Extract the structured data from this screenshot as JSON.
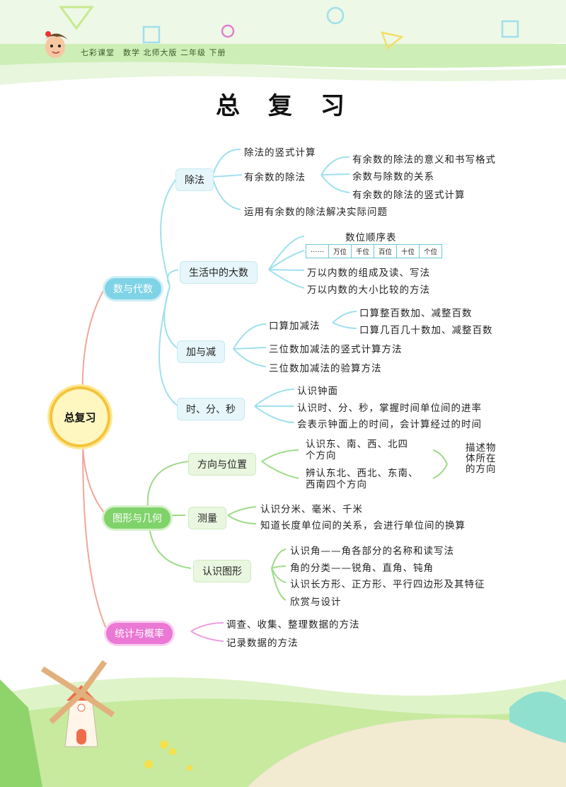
{
  "header": {
    "text": "七彩课堂　数学  北师大版  二年级  下册"
  },
  "title": "总复习",
  "root": "总复习",
  "branches": {
    "algebra": {
      "label": "数与代数"
    },
    "geometry": {
      "label": "图形与几何"
    },
    "stats": {
      "label": "统计与概率"
    }
  },
  "division": {
    "label": "除法",
    "item1": "除法的竖式计算",
    "item2": "有余数的除法",
    "sub1": "有余数的除法的意义和书写格式",
    "sub2": "余数与除数的关系",
    "sub3": "有余数的除法的竖式计算",
    "item3": "运用有余数的除法解决实际问题"
  },
  "bignum": {
    "label": "生活中的大数",
    "table_title": "数位顺序表",
    "table_cells": [
      "……",
      "万位",
      "千位",
      "百位",
      "十位",
      "个位"
    ],
    "item1": "万以内数的组成及读、写法",
    "item2": "万以内数的大小比较的方法"
  },
  "addsub": {
    "label": "加与减",
    "oral": "口算加减法",
    "oral1": "口算整百数加、减整百数",
    "oral2": "口算几百几十数加、减整百数",
    "item2": "三位数加减法的竖式计算方法",
    "item3": "三位数加减法的验算方法"
  },
  "time": {
    "label": "时、分、秒",
    "item1": "认识钟面",
    "item2": "认识时、分、秒，掌握时间单位间的进率",
    "item3": "会表示钟面上的时间，会计算经过的时间"
  },
  "direction": {
    "label": "方向与位置",
    "item1_line1": "认识东、南、西、北四",
    "item1_line2": "个方向",
    "item2_line1": "辨认东北、西北、东南、",
    "item2_line2": "西南四个方向",
    "right_line1": "描述物",
    "right_line2": "体所在",
    "right_line3": "的方向"
  },
  "measure": {
    "label": "测量",
    "item1": "认识分米、毫米、千米",
    "item2": "知道长度单位间的关系，会进行单位间的换算"
  },
  "shapes": {
    "label": "认识图形",
    "item1": "认识角——角各部分的名称和读写法",
    "item2": "角的分类——锐角、直角、钝角",
    "item3": "认识长方形、正方形、平行四边形及其特征",
    "item4": "欣赏与设计"
  },
  "statistics": {
    "item1": "调查、收集、整理数据的方法",
    "item2": "记录数据的方法"
  },
  "colors": {
    "algebra": "#7fd3e6",
    "geometry": "#7fd36a",
    "stats": "#ea78d4",
    "root_border": "#f4c43a"
  }
}
